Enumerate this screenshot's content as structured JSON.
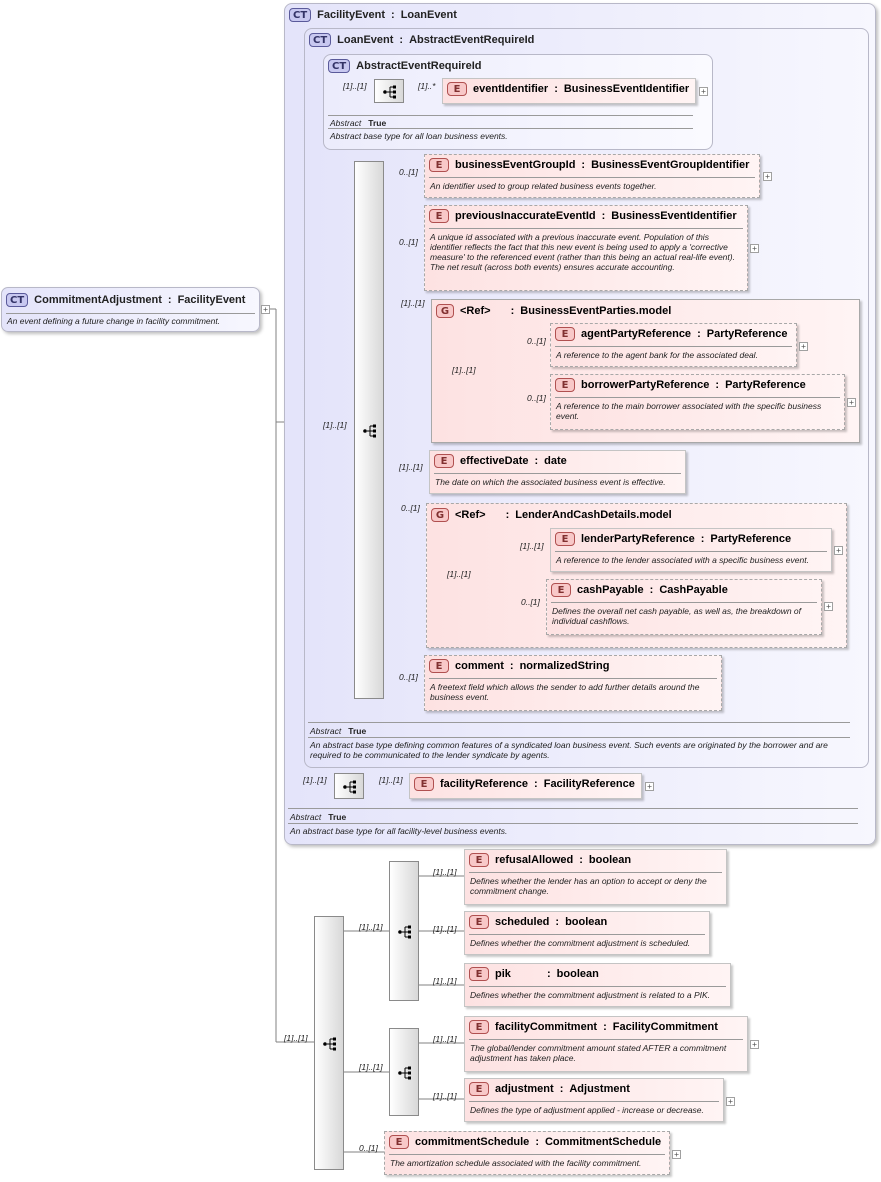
{
  "root": {
    "badge": "CT",
    "name": "CommitmentAdjustment",
    "base": "FacilityEvent",
    "doc": "An event defining a future change in facility commitment."
  },
  "facility_event": {
    "badge": "CT",
    "name": "FacilityEvent",
    "base": "LoanEvent",
    "abstract_label": "Abstract",
    "abstract_value": "True",
    "doc": "An abstract base type for all facility-level business events."
  },
  "loan_event": {
    "badge": "CT",
    "name": "LoanEvent",
    "base": "AbstractEventRequireId",
    "abstract_label": "Abstract",
    "abstract_value": "True",
    "doc": "An abstract base type defining common features of a syndicated loan business event. Such events are originated by the borrower and are required to be communicated to the lender syndicate by agents."
  },
  "abstract_event": {
    "badge": "CT",
    "name": "AbstractEventRequireId",
    "abstract_label": "Abstract",
    "abstract_value": "True",
    "doc": "Abstract base type for all loan business events."
  },
  "elements": {
    "eventIdentifier": {
      "badge": "E",
      "name": "eventIdentifier",
      "type": "BusinessEventIdentifier",
      "doc": ""
    },
    "businessEventGroupId": {
      "badge": "E",
      "name": "businessEventGroupId",
      "type": "BusinessEventGroupIdentifier",
      "doc": "An identifier used to group related business events together."
    },
    "previousInaccurateEventId": {
      "badge": "E",
      "name": "previousInaccurateEventId",
      "type": "BusinessEventIdentifier",
      "doc": "A unique id associated with a previous inaccurate event. Population of this identifier reflects the fact that this new event is being used to apply a 'corrective measure' to the referenced event (rather than this being an actual real-life event). The net result (across both events) ensures accurate accounting."
    },
    "agentPartyReference": {
      "badge": "E",
      "name": "agentPartyReference",
      "type": "PartyReference",
      "doc": "A reference to the agent bank for the associated deal."
    },
    "borrowerPartyReference": {
      "badge": "E",
      "name": "borrowerPartyReference",
      "type": "PartyReference",
      "doc": "A reference to the main borrower associated with the specific business event."
    },
    "effectiveDate": {
      "badge": "E",
      "name": "effectiveDate",
      "type": "date",
      "doc": "The date on which the associated business event is effective."
    },
    "lenderPartyReference": {
      "badge": "E",
      "name": "lenderPartyReference",
      "type": "PartyReference",
      "doc": "A reference to the lender associated with a specific business event."
    },
    "cashPayable": {
      "badge": "E",
      "name": "cashPayable",
      "type": "CashPayable",
      "doc": "Defines the overall net cash payable, as well as, the breakdown of individual cashflows."
    },
    "comment": {
      "badge": "E",
      "name": "comment",
      "type": "normalizedString",
      "doc": "A freetext field which allows the sender to add further details around the business event."
    },
    "facilityReference": {
      "badge": "E",
      "name": "facilityReference",
      "type": "FacilityReference",
      "doc": ""
    },
    "refusalAllowed": {
      "badge": "E",
      "name": "refusalAllowed",
      "type": "boolean",
      "doc": "Defines whether the lender has an option to accept or deny the commitment change."
    },
    "scheduled": {
      "badge": "E",
      "name": "scheduled",
      "type": "boolean",
      "doc": "Defines whether the commitment adjustment is scheduled."
    },
    "pik": {
      "badge": "E",
      "name": "pik",
      "type": "boolean",
      "doc": "Defines whether the commitment adjustment is related to a PIK."
    },
    "facilityCommitment": {
      "badge": "E",
      "name": "facilityCommitment",
      "type": "FacilityCommitment",
      "doc": "The global/lender commitment amount stated AFTER a commitment adjustment has taken place."
    },
    "adjustment": {
      "badge": "E",
      "name": "adjustment",
      "type": "Adjustment",
      "doc": "Defines the type of adjustment applied - increase or decrease."
    },
    "commitmentSchedule": {
      "badge": "E",
      "name": "commitmentSchedule",
      "type": "CommitmentSchedule",
      "doc": "The amortization schedule associated with the facility commitment."
    }
  },
  "groups": {
    "businessEventParties": {
      "badge": "G",
      "ref": "<Ref>",
      "name": "BusinessEventParties.model"
    },
    "lenderAndCashDetails": {
      "badge": "G",
      "ref": "<Ref>",
      "name": "LenderAndCashDetails.model"
    }
  },
  "separator": ":",
  "plus_glyph": "+",
  "cardinalities": {
    "one_one": "[1]..[1]",
    "one_many": "[1]..*",
    "zero_one": "0..[1]"
  },
  "colors": {
    "complex_type_fill": "#e4e4fa",
    "element_fill": "#fde2e2",
    "connector": "#808080"
  }
}
